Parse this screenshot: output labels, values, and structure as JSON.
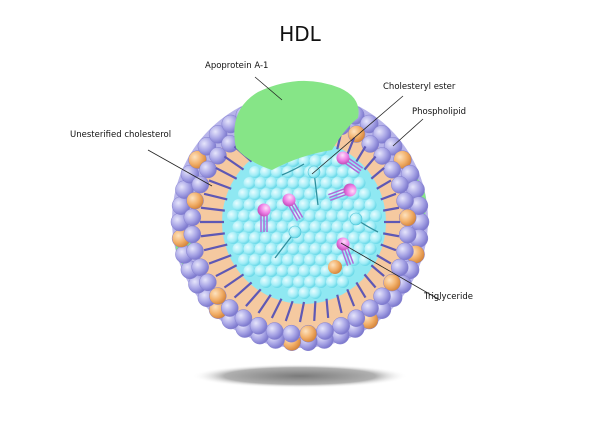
{
  "title": "HDL",
  "labels": {
    "apoprotein": "Apoprotein A-1",
    "cholesteryl_ester": "Cholesteryl ester",
    "phospholipid": "Phospholipid",
    "unesterified_cholesterol": "Unesterified cholesterol",
    "triglyceride": "Triglyceride"
  },
  "colors": {
    "phospholipid_head": "#a9a6e6",
    "phospholipid_tail": "#5e58b5",
    "cholesterol": "#f2b06a",
    "core": "#8fe8f2",
    "core_sphere": "#b9f3fa",
    "apoprotein": "#86e587",
    "triglyceride": "#ee7fe6",
    "shell": "#f5c9a0"
  }
}
